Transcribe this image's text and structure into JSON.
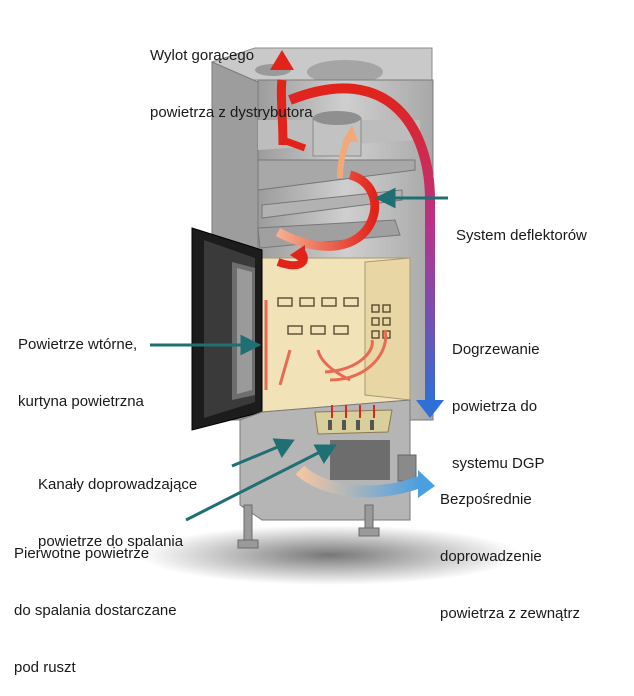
{
  "labels": {
    "hot_air_outlet": [
      "Wylot gorącego",
      "powietrza z dystrybutora"
    ],
    "deflector_system": [
      "System deflektorów"
    ],
    "secondary_air": [
      "Powietrze wtórne,",
      "kurtyna powietrzna"
    ],
    "air_heating": [
      "Dogrzewanie",
      "powietrza do",
      "systemu DGP"
    ],
    "combustion_channels": [
      "Kanały doprowadzające",
      "powietrze do spalania"
    ],
    "direct_air_supply": [
      "Bezpośrednie",
      "doprowadzenie",
      "powietrza z zewnątrz"
    ],
    "primary_air": [
      "Pierwotne powietrze",
      "do spalania dostarczane",
      "pod ruszt"
    ]
  },
  "colors": {
    "pointer": "#1f6f73",
    "hot_arrow": "#e2231a",
    "warm_arrow": "#f08a5d",
    "cold_arrow": "#3a7fd0",
    "casing": "#b9b9b9",
    "firebox": "#f1e2b8"
  }
}
